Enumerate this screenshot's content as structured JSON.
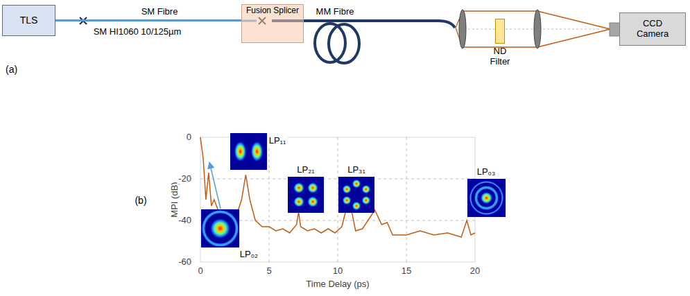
{
  "diagram": {
    "nodes": [
      {
        "text": [
          "TLS"
        ]
      },
      {
        "text": [
          "Fusion Splicer"
        ]
      },
      {
        "text": [
          "ND Filter"
        ]
      },
      {
        "text": [
          "CCD Camera"
        ]
      }
    ],
    "edges": [
      {
        "from": 0,
        "to": 1,
        "arrow": "none"
      }
    ],
    "labels": [
      "SM Fibre",
      "SM HI1060 10/125µm",
      "MM Fibre",
      "(a)",
      "(b)",
      "MPI (dB)",
      "0",
      "-20",
      "-40",
      "-60",
      "0",
      "5",
      "10",
      "15",
      "20",
      "Time Delay (ps)",
      "LP₁₁",
      "LP₂₁",
      "LP₃₁",
      "LP₀₃",
      "LP₀₂"
    ]
  }
}
